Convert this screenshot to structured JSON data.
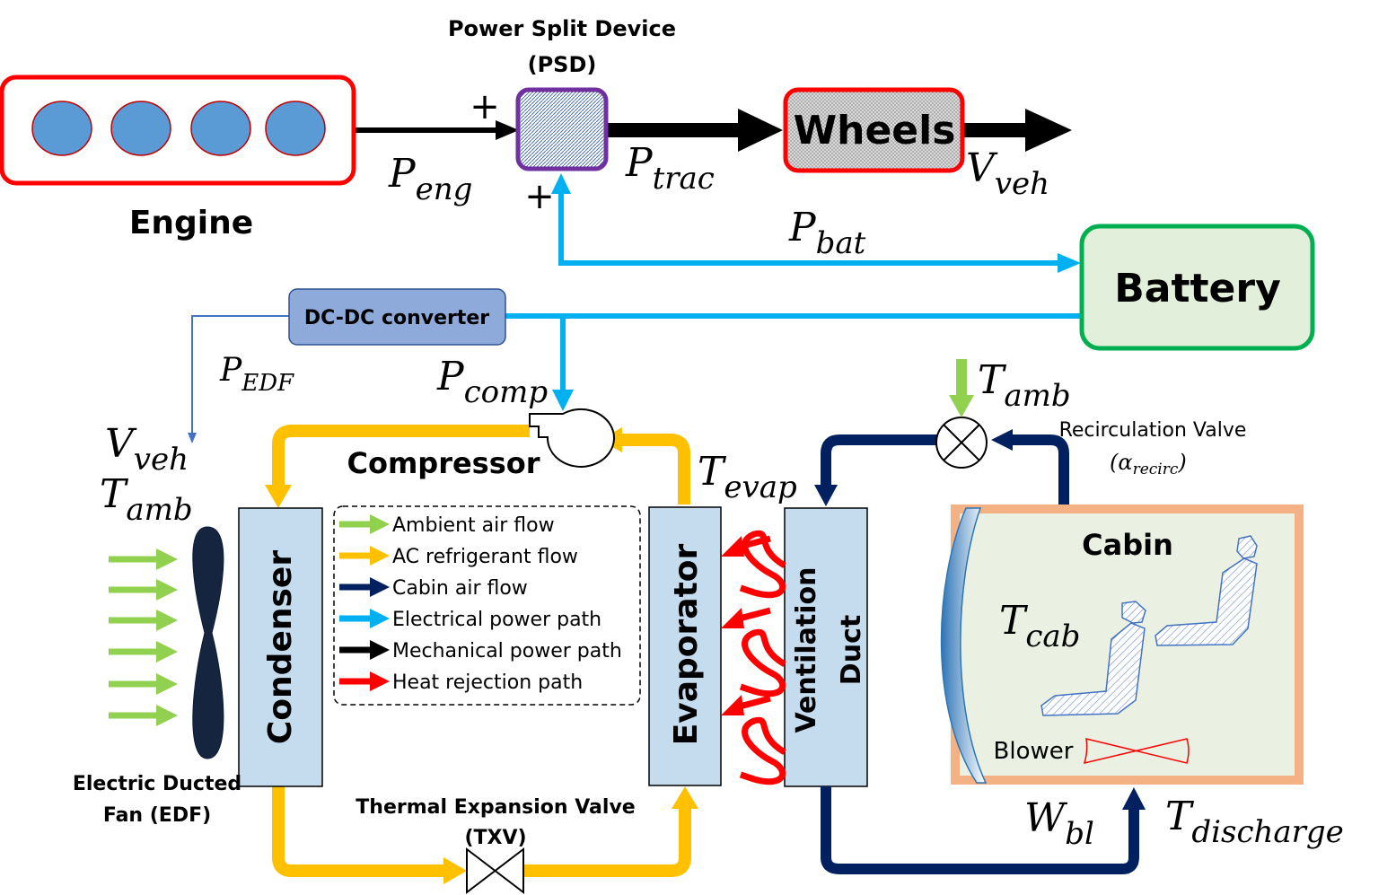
{
  "components": {
    "engine": "Engine",
    "psd_title_1": "Power Split Device",
    "psd_title_2": "(PSD)",
    "wheels": "Wheels",
    "battery": "Battery",
    "dcdc": "DC-DC converter",
    "compressor": "Compressor",
    "condenser": "Condenser",
    "evaporator": "Evaporator",
    "vent_1": "Ventilation",
    "vent_2": "Duct",
    "cabin": "Cabin",
    "blower": "Blower",
    "edf_1": "Electric Ducted",
    "edf_2": "Fan (EDF)",
    "txv_1": "Thermal Expansion Valve",
    "txv_2": "(TXV)",
    "recirc_1": "Recirculation Valve",
    "plus": "+"
  },
  "variables": {
    "p_eng": {
      "base": "P",
      "sub": "eng"
    },
    "p_trac": {
      "base": "P",
      "sub": "trac"
    },
    "v_veh_top": {
      "base": "V",
      "sub": "veh"
    },
    "p_bat": {
      "base": "P",
      "sub": "bat"
    },
    "p_edf": {
      "base": "P",
      "sub": "EDF"
    },
    "p_comp": {
      "base": "P",
      "sub": "comp"
    },
    "v_veh_left": {
      "base": "V",
      "sub": "veh"
    },
    "t_amb_left": {
      "base": "T",
      "sub": "amb"
    },
    "t_amb_right": {
      "base": "T",
      "sub": "amb"
    },
    "t_evap": {
      "base": "T",
      "sub": "evap"
    },
    "t_cab": {
      "base": "T",
      "sub": "cab"
    },
    "w_bl": {
      "base": "W",
      "sub": "bl"
    },
    "t_discharge": {
      "base": "T",
      "sub": "discharge"
    },
    "alpha_recirc": {
      "base": "(α",
      "sub": "recirc",
      "close": ")"
    }
  },
  "legend": [
    {
      "label": "Ambient air flow",
      "color": "#92d050"
    },
    {
      "label": "AC refrigerant flow",
      "color": "#ffc000"
    },
    {
      "label": "Cabin air flow",
      "color": "#002060"
    },
    {
      "label": "Electrical power path",
      "color": "#00b0f0"
    },
    {
      "label": "Mechanical power path",
      "color": "#000000"
    },
    {
      "label": "Heat rejection path",
      "color": "#ff0000"
    }
  ],
  "colors": {
    "ambient": "#92d050",
    "refrigerant": "#ffc000",
    "cabin_air": "#002060",
    "electrical": "#00b0f0",
    "mechanical": "#000000",
    "heat": "#ff0000",
    "engine_border": "#ff0000",
    "psd_border": "#7030a0",
    "battery_border": "#00b050",
    "battery_fill": "#e2efda",
    "dcdc_fill": "#8eaadb",
    "component_fill": "#c5dcef",
    "cabin_border": "#f4b183",
    "cabin_fill": "#eaf1e3"
  }
}
